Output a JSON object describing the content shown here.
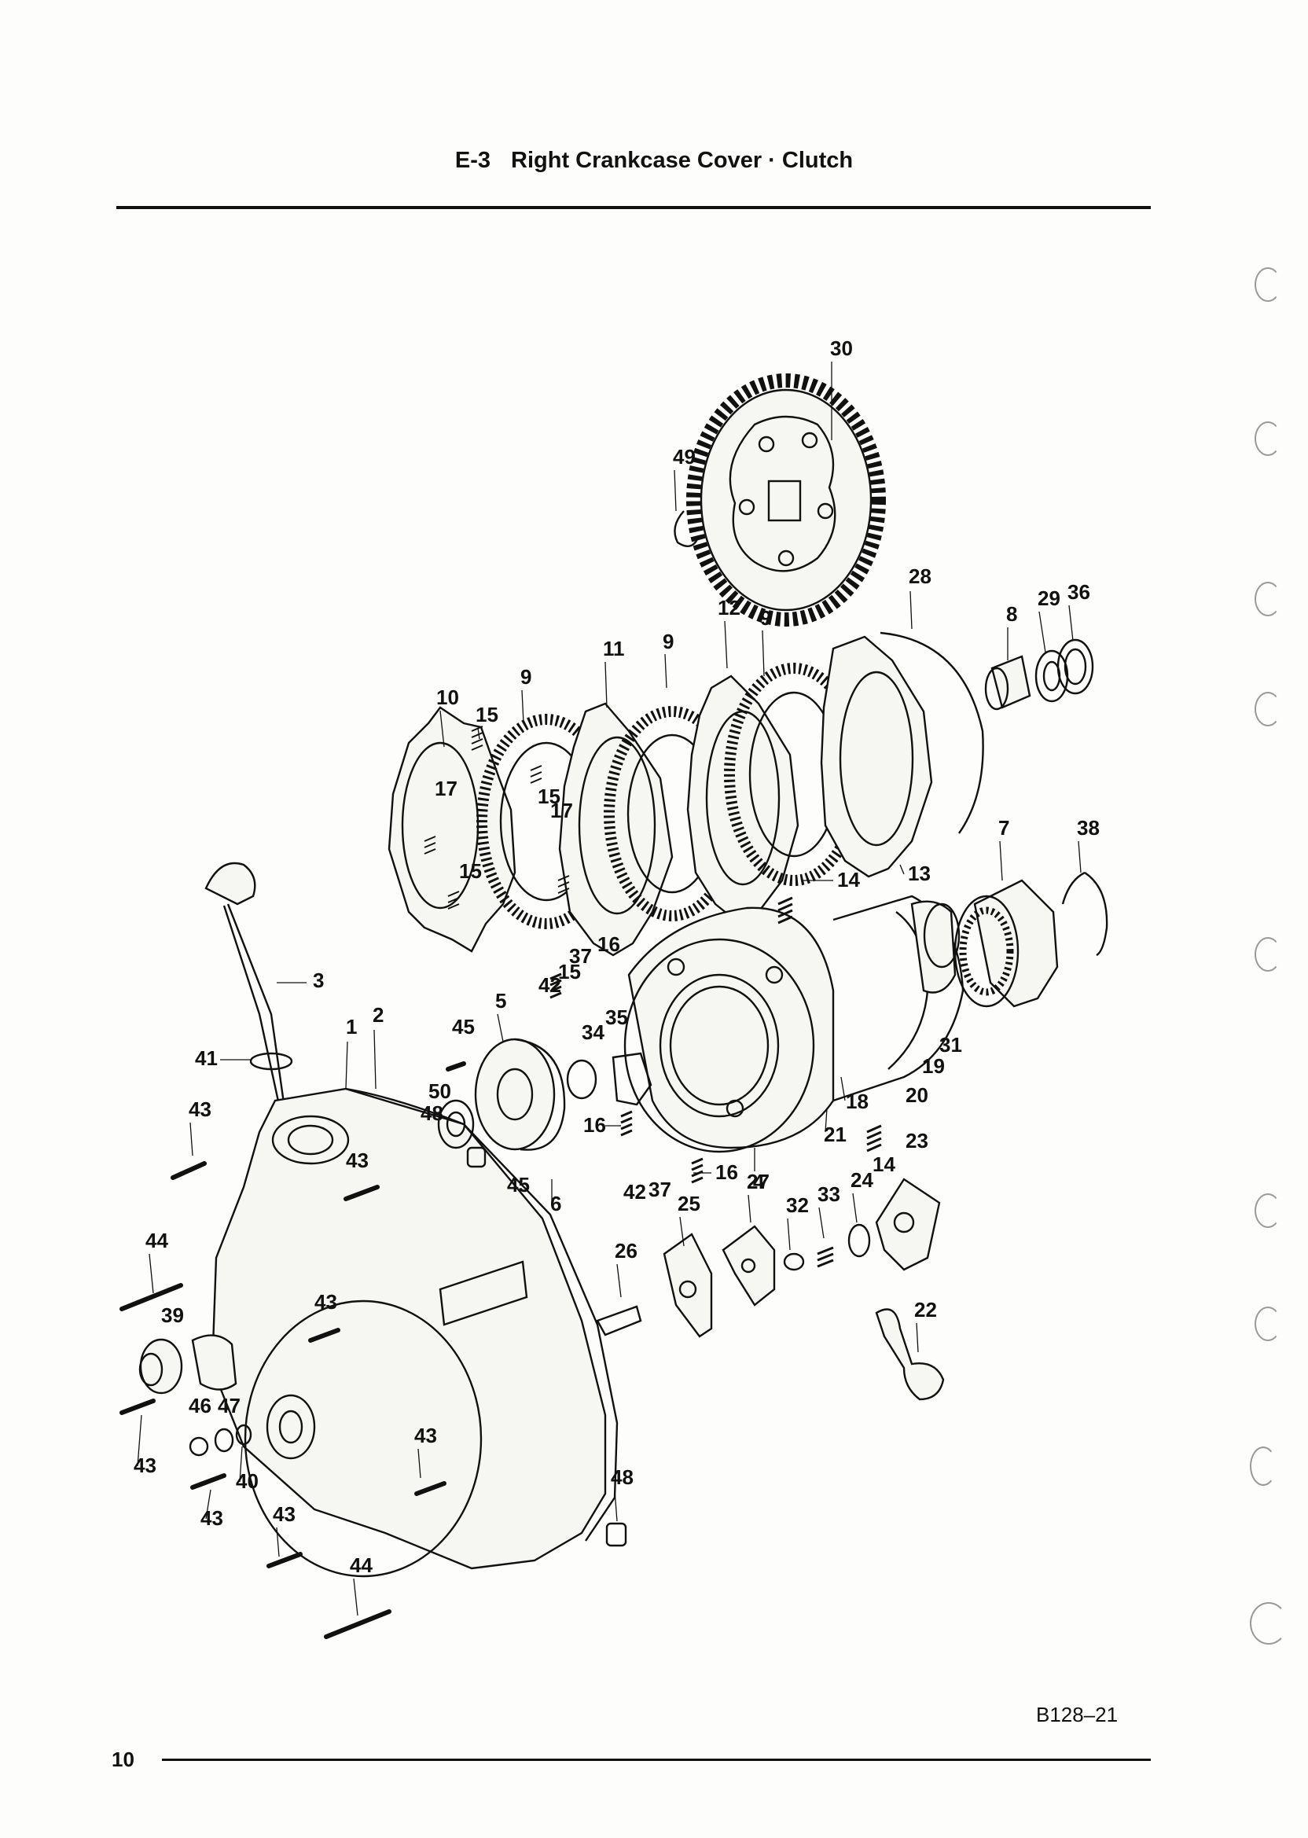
{
  "header": {
    "section": "E-3",
    "title": "Right Crankcase Cover · Clutch"
  },
  "footer": {
    "page_number": "10",
    "figure_code": "B128–21"
  },
  "callouts": [
    {
      "id": "c30",
      "label": "30"
    },
    {
      "id": "c49",
      "label": "49"
    },
    {
      "id": "c28",
      "label": "28"
    },
    {
      "id": "c8",
      "label": "8"
    },
    {
      "id": "c29",
      "label": "29"
    },
    {
      "id": "c36",
      "label": "36"
    },
    {
      "id": "c12",
      "label": "12"
    },
    {
      "id": "c9a",
      "label": "9"
    },
    {
      "id": "c9b",
      "label": "9"
    },
    {
      "id": "c11",
      "label": "11"
    },
    {
      "id": "c9c",
      "label": "9"
    },
    {
      "id": "c10",
      "label": "10"
    },
    {
      "id": "c15a",
      "label": "15"
    },
    {
      "id": "c17a",
      "label": "17"
    },
    {
      "id": "c15b",
      "label": "15"
    },
    {
      "id": "c17b",
      "label": "17"
    },
    {
      "id": "c15c",
      "label": "15"
    },
    {
      "id": "c7",
      "label": "7"
    },
    {
      "id": "c38",
      "label": "38"
    },
    {
      "id": "c13",
      "label": "13"
    },
    {
      "id": "c14a",
      "label": "14"
    },
    {
      "id": "c16a",
      "label": "16"
    },
    {
      "id": "c37a",
      "label": "37"
    },
    {
      "id": "c15d",
      "label": "15"
    },
    {
      "id": "c42a",
      "label": "42"
    },
    {
      "id": "c3",
      "label": "3"
    },
    {
      "id": "c5",
      "label": "5"
    },
    {
      "id": "c35",
      "label": "35"
    },
    {
      "id": "c34",
      "label": "34"
    },
    {
      "id": "c1",
      "label": "1"
    },
    {
      "id": "c2",
      "label": "2"
    },
    {
      "id": "c41",
      "label": "41"
    },
    {
      "id": "c45a",
      "label": "45"
    },
    {
      "id": "c50",
      "label": "50"
    },
    {
      "id": "c48a",
      "label": "48"
    },
    {
      "id": "c43a",
      "label": "43"
    },
    {
      "id": "c16b",
      "label": "16"
    },
    {
      "id": "c43b",
      "label": "43"
    },
    {
      "id": "c45b",
      "label": "45"
    },
    {
      "id": "c6",
      "label": "6"
    },
    {
      "id": "c42b",
      "label": "42"
    },
    {
      "id": "c37b",
      "label": "37"
    },
    {
      "id": "c16c",
      "label": "16"
    },
    {
      "id": "c4",
      "label": "4"
    },
    {
      "id": "c21",
      "label": "21"
    },
    {
      "id": "c18",
      "label": "18"
    },
    {
      "id": "c20",
      "label": "20"
    },
    {
      "id": "c19",
      "label": "19"
    },
    {
      "id": "c31",
      "label": "31"
    },
    {
      "id": "c23",
      "label": "23"
    },
    {
      "id": "c14b",
      "label": "14"
    },
    {
      "id": "c24",
      "label": "24"
    },
    {
      "id": "c33",
      "label": "33"
    },
    {
      "id": "c32",
      "label": "32"
    },
    {
      "id": "c27",
      "label": "27"
    },
    {
      "id": "c25",
      "label": "25"
    },
    {
      "id": "c26",
      "label": "26"
    },
    {
      "id": "c44a",
      "label": "44"
    },
    {
      "id": "c39",
      "label": "39"
    },
    {
      "id": "c43c",
      "label": "43"
    },
    {
      "id": "c22",
      "label": "22"
    },
    {
      "id": "c46",
      "label": "46"
    },
    {
      "id": "c47",
      "label": "47"
    },
    {
      "id": "c43d",
      "label": "43"
    },
    {
      "id": "c40",
      "label": "40"
    },
    {
      "id": "c43e",
      "label": "43"
    },
    {
      "id": "c43f",
      "label": "43"
    },
    {
      "id": "c43g",
      "label": "43"
    },
    {
      "id": "c48b",
      "label": "48"
    },
    {
      "id": "c44b",
      "label": "44"
    }
  ]
}
